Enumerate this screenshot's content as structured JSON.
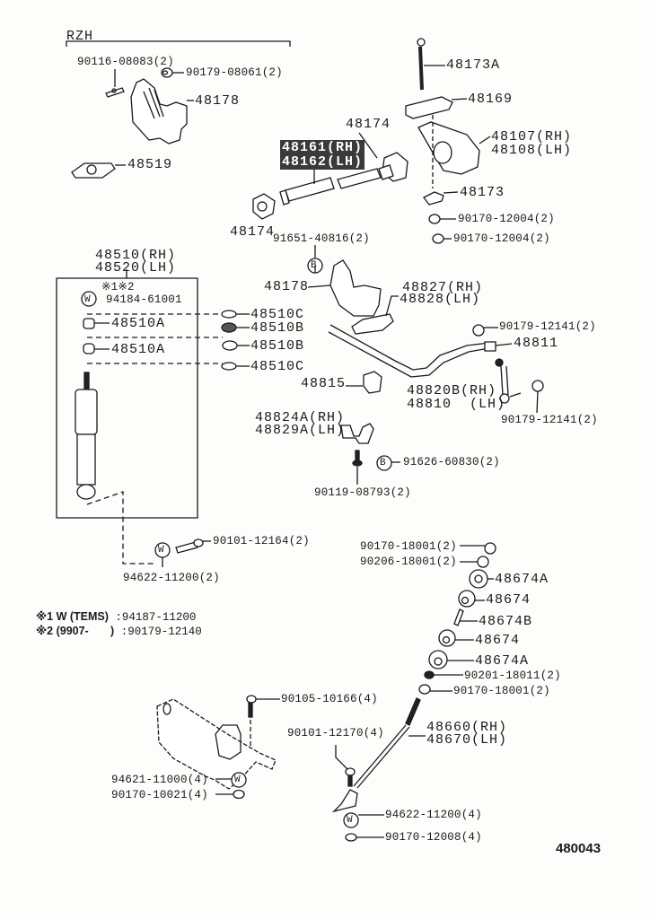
{
  "diagram": {
    "model_code": "RZH",
    "document_number": "480043",
    "labels": {
      "bolt_90116": "90116-08083(2)",
      "nut_90179_08061": "90179-08061(2)",
      "bracket_48178_top": "48178",
      "plate_48519": "48519",
      "torsion_bar": [
        "48161(RH)",
        "48162(LH)"
      ],
      "anchor_48174_top": "48174",
      "anchor_48174_bottom": "48174",
      "bolt_48173A": "48173A",
      "arm_48169": "48169",
      "arm_48107": [
        "48107(RH)",
        "48108(LH)"
      ],
      "seat_48173": "48173",
      "nut_90170_12004_a": "90170-12004(2)",
      "nut_90170_12004_b": "90170-12004(2)",
      "bolt_91651": "91651-40816(2)",
      "shock_absorber": [
        "48510(RH)",
        "48520(LH)"
      ],
      "bracket_48178_mid": "48178",
      "bracket_48827": [
        "48827(RH)",
        "48828(LH)"
      ],
      "nut_90179_12141_a": "90179-12141(2)",
      "bracket_48811": "48811",
      "bushing_48815": "48815",
      "link_48820B": [
        "48820B(RH)",
        "48810  (LH)"
      ],
      "nut_90179_12141_b": "90179-12141(2)",
      "bracket_48824A": [
        "48824A(RH)",
        "48829A(LH)"
      ],
      "bolt_91626": "91626-60830(2)",
      "bolt_90119": "90119-08793(2)",
      "bolt_90101_12164": "90101-12164(2)",
      "washer_94622_2": "94622-11200(2)",
      "nut_90170_18001_a": "90170-18001(2)",
      "retainer_90206": "90206-18001(2)",
      "cushion_48674A_a": "48674A",
      "cushion_48674_a": "48674",
      "collar_48674B": "48674B",
      "cushion_48674_b": "48674",
      "cushion_48674A_b": "48674A",
      "washer_90201": "90201-18011(2)",
      "nut_90170_18001_b": "90170-18001(2)",
      "bolt_90105": "90105-10166(4)",
      "bolt_90101_12170": "90101-12170(4)",
      "strut_48660": [
        "48660(RH)",
        "48670(LH)"
      ],
      "washer_94621": "94621-11000(4)",
      "nut_90170_10021": "90170-10021(4)",
      "washer_94622_4": "94622-11200(4)",
      "nut_90170_12008": "90170-12008(4)"
    },
    "shock_kit": {
      "note_marks": "※1※2",
      "washer_part": "94184-61001",
      "inner_parts": [
        "48510A",
        "48510A"
      ],
      "outer_parts": [
        "48510C",
        "48510B",
        "48510B",
        "48510C"
      ]
    },
    "notes": [
      {
        "mark": "※1",
        "condition": " W (TEMS)",
        "part": "94187-11200"
      },
      {
        "mark": "※2",
        "condition": " (9907-       )",
        "part": "90179-12140"
      }
    ],
    "callouts": {
      "washer_symbol": "W",
      "bolt_b_symbol": "B"
    }
  }
}
